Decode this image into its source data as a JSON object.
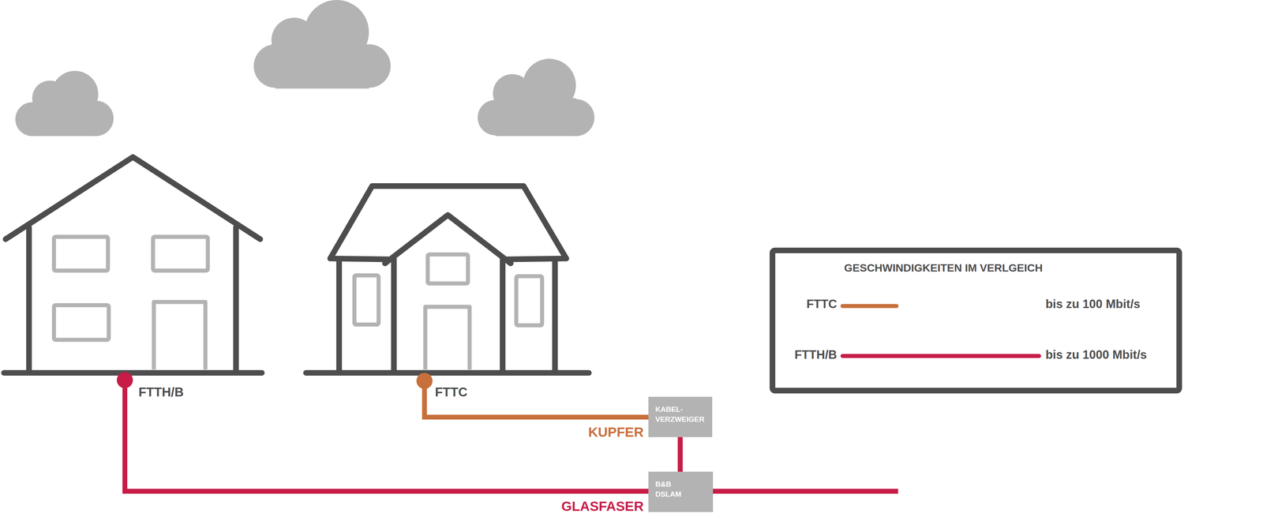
{
  "diagram": {
    "nodes": [
      {
        "text": [
          "KABEL- VERZWEIGER"
        ]
      },
      {
        "text": [
          "B&B DSLAM"
        ]
      }
    ],
    "edges": [
      {
        "from": 0,
        "to": 1,
        "arrow": "none"
      }
    ],
    "labels": [
      "FTTH/B",
      "FTTC",
      "KUPFER",
      "GLASFASER",
      "GESCHWINDIGKEITEN IM VERLGEICH",
      "bis zu 100 Mbit/s",
      "bis zu 1000 Mbit/s"
    ],
    "legend": [
      {
        "text": "FTTC"
      },
      {
        "text": "FTTH/B"
      }
    ]
  }
}
